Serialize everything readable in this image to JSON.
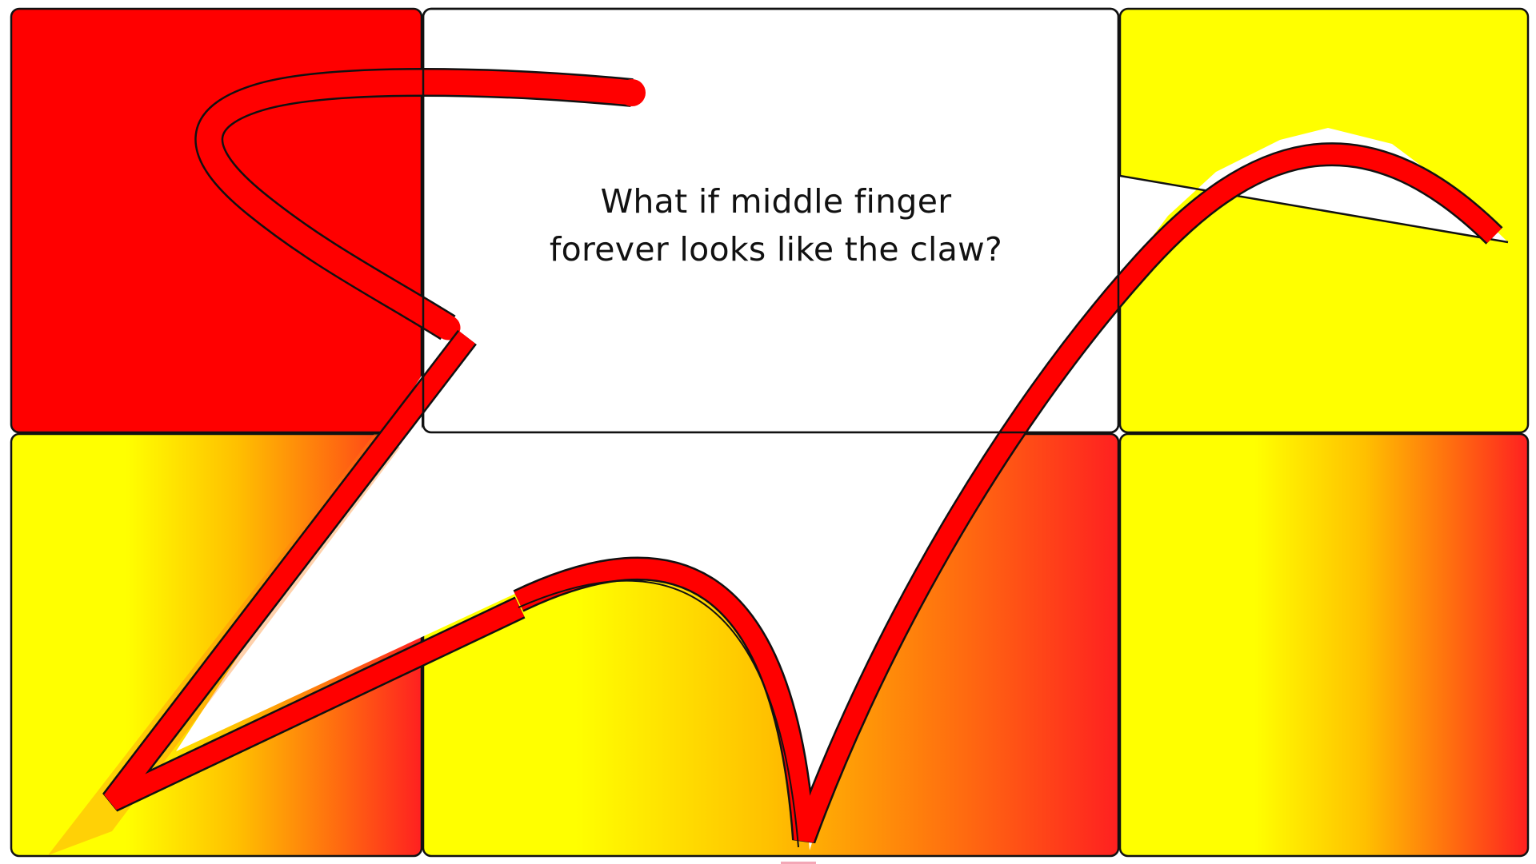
{
  "caption": {
    "line1": "What if middle finger",
    "line2": "forever looks like the claw?"
  },
  "colors": {
    "red": "#ff0000",
    "yellow": "#ffff00",
    "orange_red": "#ff2020",
    "white": "#ffffff",
    "outline": "#111111"
  },
  "panels": [
    {
      "name": "panel-top-left",
      "fill": "solid-red"
    },
    {
      "name": "panel-top-center",
      "fill": "white"
    },
    {
      "name": "panel-top-right",
      "fill": "solid-yellow"
    },
    {
      "name": "panel-bottom-left",
      "fill": "yellow-to-red-gradient"
    },
    {
      "name": "panel-bottom-center",
      "fill": "yellow-to-red-gradient"
    },
    {
      "name": "panel-bottom-right",
      "fill": "yellow-to-red-gradient"
    }
  ]
}
